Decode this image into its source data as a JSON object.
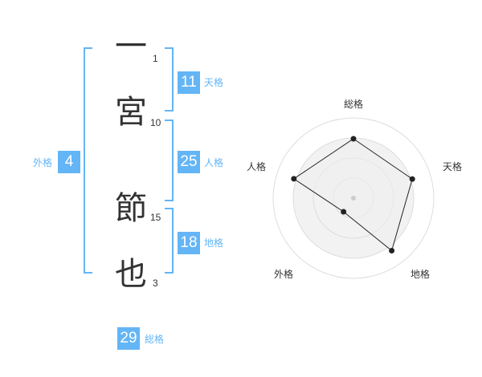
{
  "name": {
    "characters": [
      {
        "char": "一",
        "strokes": "1"
      },
      {
        "char": "宮",
        "strokes": "10"
      },
      {
        "char": "節",
        "strokes": "15"
      },
      {
        "char": "也",
        "strokes": "3"
      }
    ]
  },
  "fortunes": {
    "tenkaku": {
      "value": "11",
      "label": "天格"
    },
    "jinkaku": {
      "value": "25",
      "label": "人格"
    },
    "chikaku": {
      "value": "18",
      "label": "地格"
    },
    "gaikaku": {
      "value": "4",
      "label": "外格"
    },
    "soukaku": {
      "value": "29",
      "label": "総格"
    }
  },
  "colors": {
    "accent": "#64b5f6",
    "text": "#333333",
    "radar_fill": "#eeeeee",
    "radar_grid": "#dddddd"
  },
  "chart_data": {
    "type": "radar",
    "axes": [
      "総格",
      "天格",
      "地格",
      "外格",
      "人格"
    ],
    "values": [
      0.74,
      0.77,
      0.81,
      0.21,
      0.78
    ],
    "max": 1,
    "rings": 4,
    "grid": true
  }
}
